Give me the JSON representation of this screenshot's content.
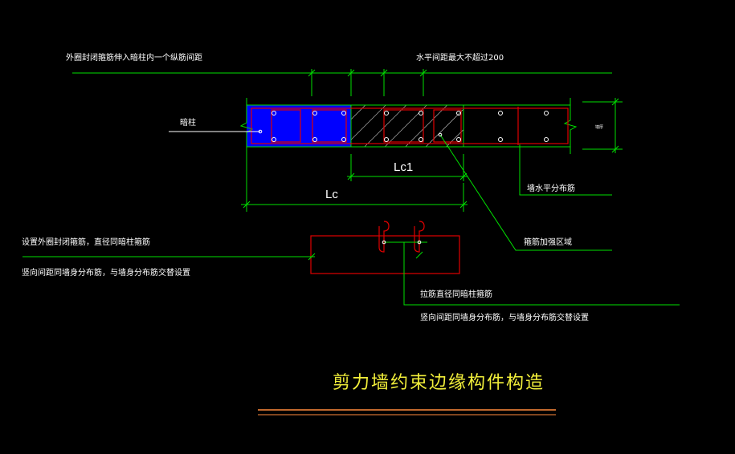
{
  "labels": {
    "top_left": "外圈封闭箍筋伸入暗柱内一个纵筋间距",
    "top_right": "水平间距最大不超过200",
    "anzhu": "暗柱",
    "lc1": "Lc1",
    "lc": "Lc",
    "wall_horizontal": "墙水平分布筋",
    "stirrup_zone": "箍筋加强区域",
    "left_detail_1": "设置外圈封闭箍筋，直径同暗柱箍筋",
    "left_detail_2": "竖向间距同墙身分布筋，与墙身分布筋交替设置",
    "right_detail_1": "拉筋直径同暗柱箍筋",
    "right_detail_2": "竖向间距同墙身分布筋，与墙身分布筋交替设置",
    "wall_thickness": "墙厚",
    "title": "剪力墙约束边缘构件构造"
  },
  "colors": {
    "background": "#000000",
    "green": "#00e000",
    "red": "#e00000",
    "blue": "#0000ff",
    "white": "#ffffff",
    "title_yellow": "#f2ef3a",
    "underline": "#ff8a3c"
  }
}
